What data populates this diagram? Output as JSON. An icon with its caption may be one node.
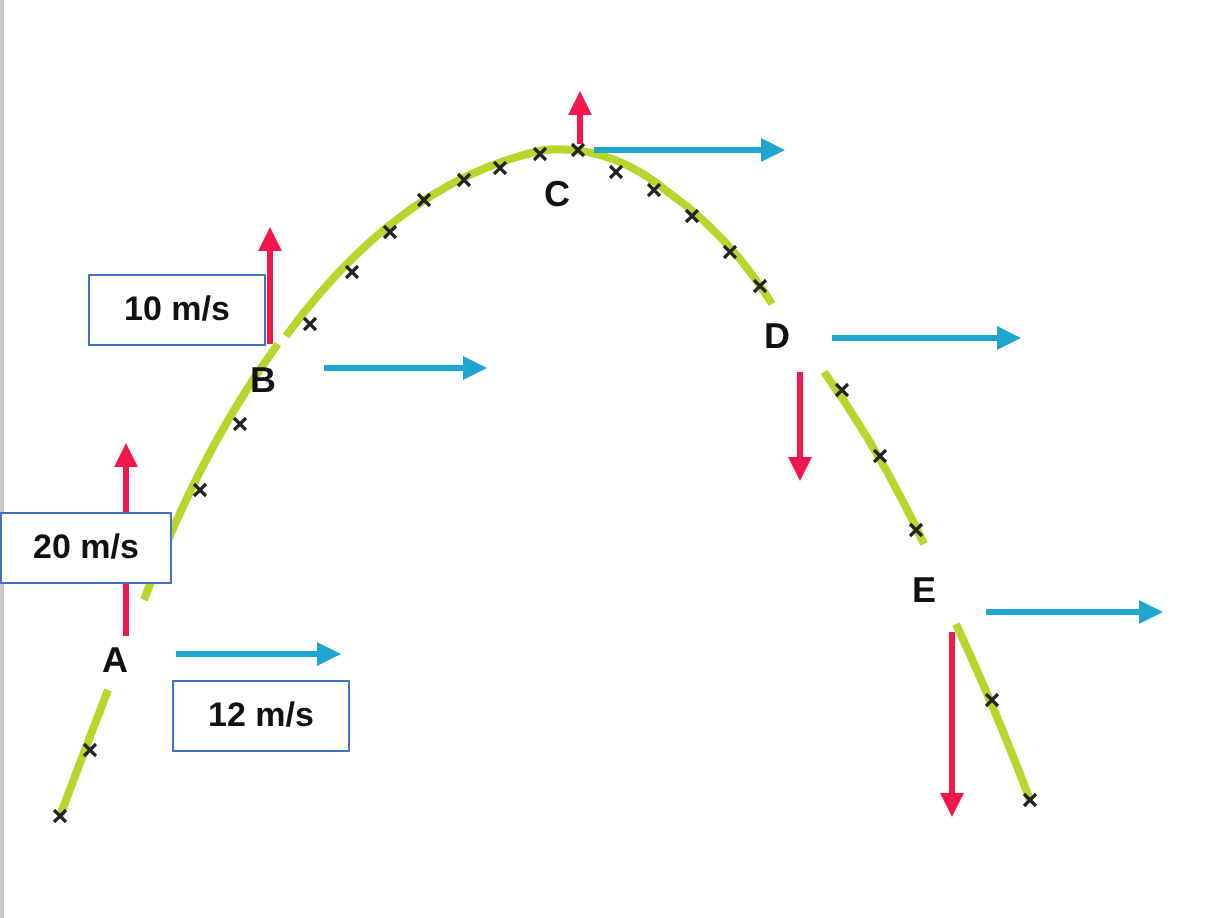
{
  "diagram": {
    "nodes": [
      {
        "text": [
          "10 m/s"
        ]
      },
      {
        "text": [
          "20 m/s"
        ]
      },
      {
        "text": [
          "12 m/s"
        ]
      }
    ],
    "edges": [],
    "labels": [
      "C",
      "D",
      "B",
      "E",
      "A"
    ]
  }
}
